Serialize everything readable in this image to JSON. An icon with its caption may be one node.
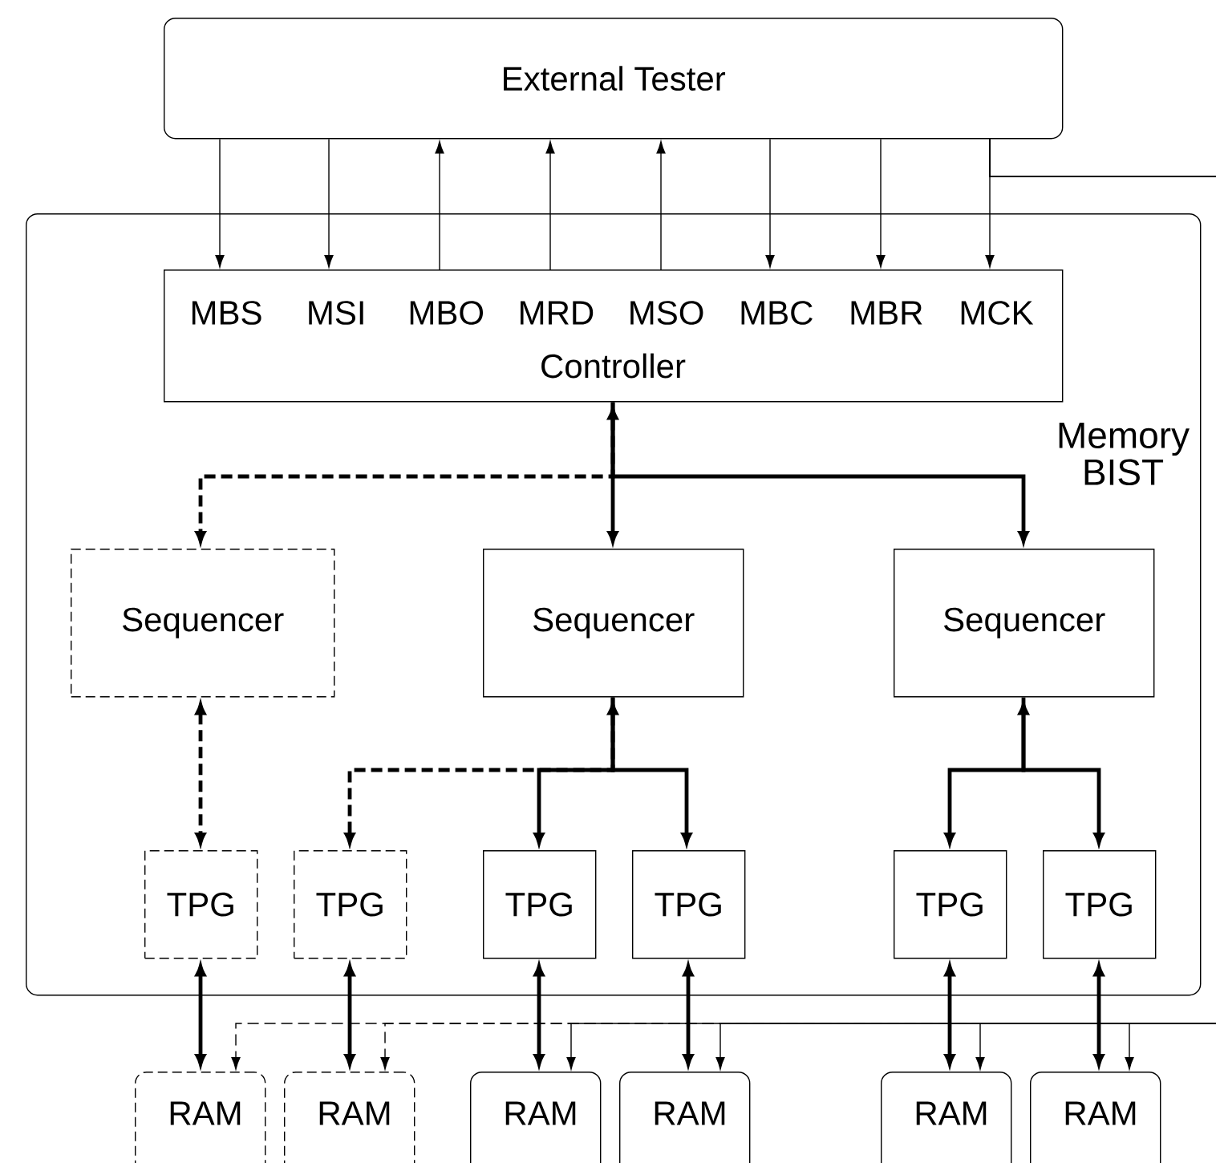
{
  "diagram": {
    "nodes": [
      {
        "text": [
          "External Tester"
        ]
      },
      {
        "text": [
          "Memory BIST"
        ]
      },
      {
        "text": [
          "MBS",
          "MSI",
          "MBO",
          "MRD",
          "MSO",
          "MBC",
          "MBR",
          "MCK",
          "Controller"
        ],
        "in": 1
      },
      {
        "text": [
          "Sequencer"
        ],
        "in": 1
      },
      {
        "text": [
          "Sequencer"
        ],
        "in": 1
      },
      {
        "text": [
          "Sequencer"
        ],
        "in": 1
      },
      {
        "text": [
          "TPG"
        ],
        "in": 1
      },
      {
        "text": [
          "TPG"
        ],
        "in": 1
      },
      {
        "text": [
          "TPG"
        ],
        "in": 1
      },
      {
        "text": [
          "TPG"
        ],
        "in": 1
      },
      {
        "text": [
          "TPG"
        ],
        "in": 1
      },
      {
        "text": [
          "TPG"
        ],
        "in": 1
      },
      {
        "text": [
          "RAM"
        ]
      },
      {
        "text": [
          "RAM"
        ]
      },
      {
        "text": [
          "RAM"
        ]
      },
      {
        "text": [
          "RAM"
        ]
      },
      {
        "text": [
          "RAM"
        ]
      },
      {
        "text": [
          "RAM"
        ]
      }
    ],
    "edges": [
      {
        "from": 0,
        "to": 2,
        "arrow": "to"
      },
      {
        "from": 0,
        "to": 2,
        "arrow": "to"
      },
      {
        "from": 2,
        "to": 0,
        "arrow": "to"
      },
      {
        "from": 2,
        "to": 0,
        "arrow": "to"
      },
      {
        "from": 2,
        "to": 0,
        "arrow": "to"
      },
      {
        "from": 0,
        "to": 2,
        "arrow": "to"
      },
      {
        "from": 0,
        "to": 2,
        "arrow": "to"
      },
      {
        "from": 0,
        "to": 2,
        "arrow": "to"
      },
      {
        "from": 2,
        "to": 3,
        "arrow": "to",
        "style": "dashed"
      },
      {
        "from": 2,
        "to": 4,
        "arrow": "both"
      },
      {
        "from": 2,
        "to": 5,
        "arrow": "to"
      },
      {
        "from": 3,
        "to": 6,
        "arrow": "both",
        "style": "dashed"
      },
      {
        "from": 4,
        "to": 7,
        "arrow": "to",
        "style": "dashed"
      },
      {
        "from": 4,
        "to": 8,
        "arrow": "both"
      },
      {
        "from": 4,
        "to": 9,
        "arrow": "to"
      },
      {
        "from": 5,
        "to": 10,
        "arrow": "both"
      },
      {
        "from": 5,
        "to": 11,
        "arrow": "to"
      },
      {
        "from": 6,
        "to": 12,
        "arrow": "both"
      },
      {
        "from": 7,
        "to": 13,
        "arrow": "both"
      },
      {
        "from": 8,
        "to": 14,
        "arrow": "both"
      },
      {
        "from": 9,
        "to": 15,
        "arrow": "both"
      },
      {
        "from": 10,
        "to": 16,
        "arrow": "both"
      },
      {
        "from": 11,
        "to": 17,
        "arrow": "both"
      },
      {
        "from": 0,
        "to": 12,
        "arrow": "to",
        "style": "dashed"
      },
      {
        "from": 0,
        "to": 13,
        "arrow": "to",
        "style": "dashed"
      },
      {
        "from": 0,
        "to": 14,
        "arrow": "to"
      },
      {
        "from": 0,
        "to": 15,
        "arrow": "to"
      },
      {
        "from": 0,
        "to": 16,
        "arrow": "to"
      },
      {
        "from": 0,
        "to": 17,
        "arrow": "to"
      }
    ]
  }
}
